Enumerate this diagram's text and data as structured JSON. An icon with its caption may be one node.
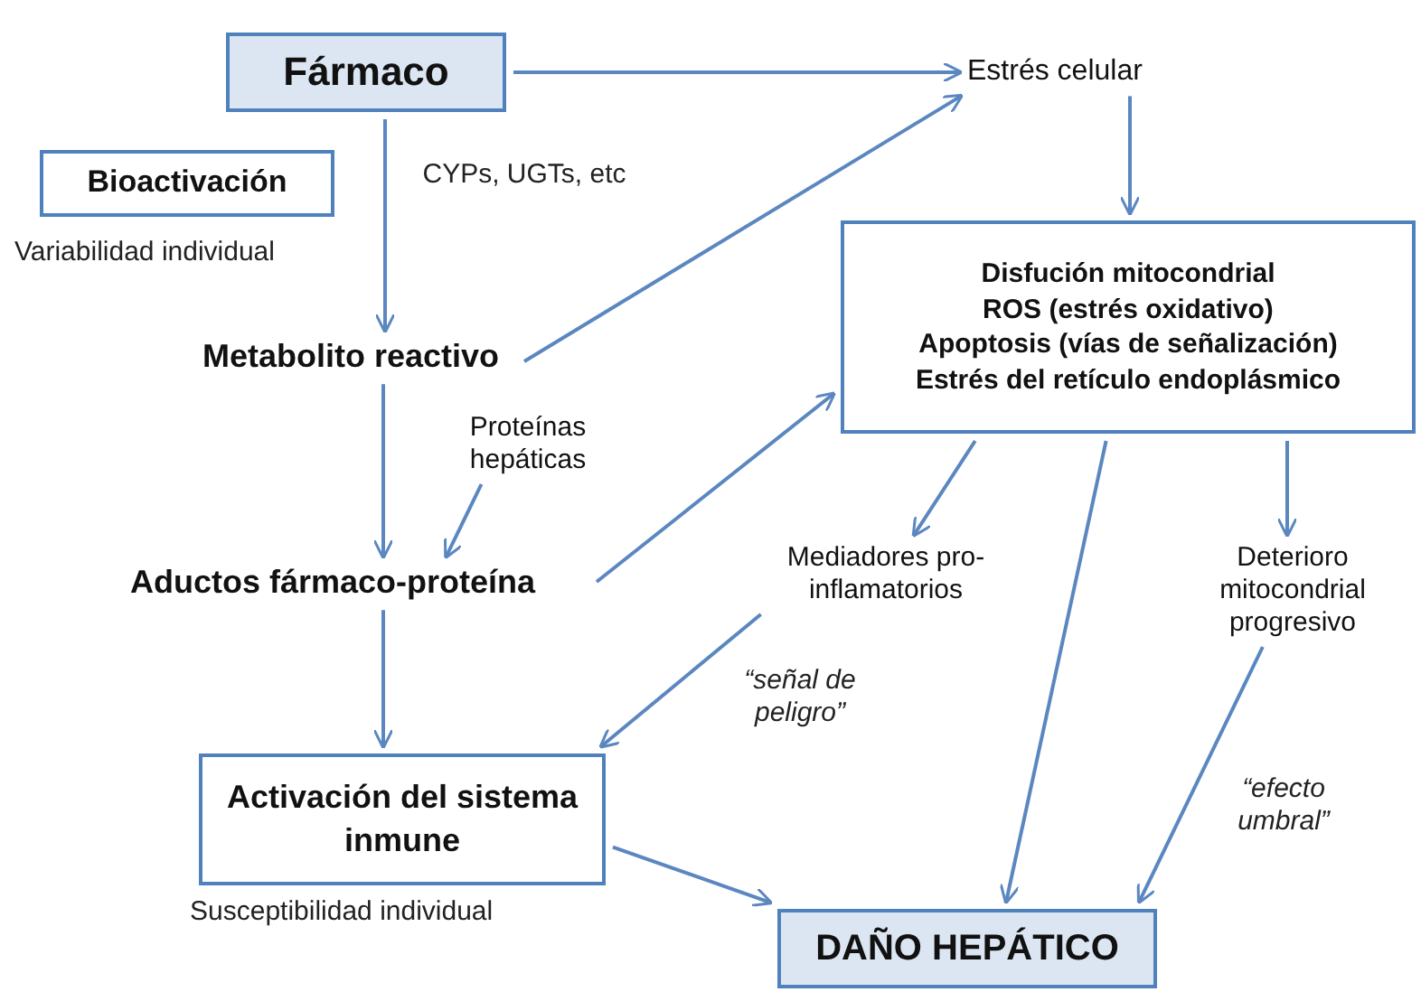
{
  "diagram": {
    "nodes": [
      {
        "text": [
          "Fármaco"
        ]
      },
      {
        "text": [
          "Bioactivación"
        ],
        "beside": [
          "Variabilidad individual"
        ]
      },
      {
        "text": [
          "Estrés celular"
        ]
      },
      {
        "text": [
          "Metabolito reactivo"
        ]
      },
      {
        "text": [
          "Disfución mitocondrial",
          "ROS (estrés oxidativo)",
          "Apoptosis (vías de señalización)",
          "Estrés del retículo endoplásmico"
        ]
      },
      {
        "text": [
          "Proteínas hepáticas"
        ]
      },
      {
        "text": [
          "Aductos fármaco-proteína"
        ]
      },
      {
        "text": [
          "Mediadores pro-inflamatorios"
        ]
      },
      {
        "text": [
          "Deterioro mitocondrial progresivo"
        ]
      },
      {
        "text": [
          "Activación del sistema inmune"
        ],
        "beside": [
          "Susceptibilidad individual"
        ]
      },
      {
        "text": [
          "DAÑO HEPÁTICO"
        ]
      }
    ],
    "edges": [
      {
        "from": 0,
        "to": 2,
        "arrow": "to"
      },
      {
        "from": 0,
        "to": 3,
        "arrow": "to",
        "label": "CYPs, UGTs, etc"
      },
      {
        "from": 3,
        "to": 2,
        "arrow": "to"
      },
      {
        "from": 2,
        "to": 4,
        "arrow": "to"
      },
      {
        "from": 3,
        "to": 6,
        "arrow": "to"
      },
      {
        "from": 5,
        "to": 6,
        "arrow": "to"
      },
      {
        "from": 6,
        "to": 4,
        "arrow": "to"
      },
      {
        "from": 4,
        "to": 7,
        "arrow": "to"
      },
      {
        "from": 4,
        "to": 10,
        "arrow": "to"
      },
      {
        "from": 4,
        "to": 8,
        "arrow": "to"
      },
      {
        "from": 7,
        "to": 9,
        "arrow": "to",
        "label": "“señal de peligro”"
      },
      {
        "from": 6,
        "to": 9,
        "arrow": "to"
      },
      {
        "from": 9,
        "to": 10,
        "arrow": "to"
      },
      {
        "from": 8,
        "to": 10,
        "arrow": "to",
        "label": "“efecto umbral”"
      }
    ]
  }
}
